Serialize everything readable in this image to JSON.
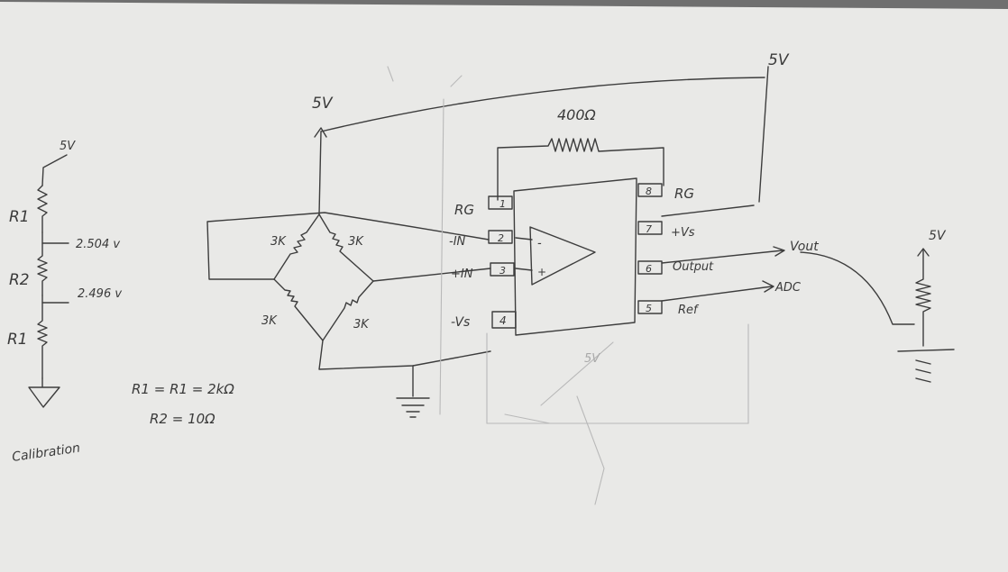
{
  "calibration": {
    "supply": "5V",
    "r1_label": "R1",
    "r2_label": "R2",
    "r3_label": "R1",
    "node_top_voltage": "2.504 v",
    "node_bottom_voltage": "2.496 v",
    "equation_1": "R1 = R1 = 2kΩ",
    "equation_2": "R2 = 10Ω",
    "caption": "Calibration"
  },
  "bridge": {
    "supply": "5V",
    "r_top_left": "3K",
    "r_top_right": "3K",
    "r_bottom_left": "3K",
    "r_bottom_right": "3K"
  },
  "amplifier": {
    "gain_resistor": "400Ω",
    "supply_top": "5V",
    "supply_faint": "5V",
    "pins_left": [
      {
        "num": "1",
        "name": "RG"
      },
      {
        "num": "2",
        "name": "-IN"
      },
      {
        "num": "3",
        "name": "+IN"
      },
      {
        "num": "4",
        "name": "-Vs"
      }
    ],
    "pins_right": [
      {
        "num": "8",
        "name": "RG"
      },
      {
        "num": "7",
        "name": "+Vs"
      },
      {
        "num": "6",
        "name": "Output"
      },
      {
        "num": "5",
        "name": "Ref"
      }
    ],
    "opamp_minus": "-",
    "opamp_plus": "+",
    "vout_label": "Vout",
    "adc_label": "ADC"
  },
  "potentiometer": {
    "supply": "5V"
  }
}
